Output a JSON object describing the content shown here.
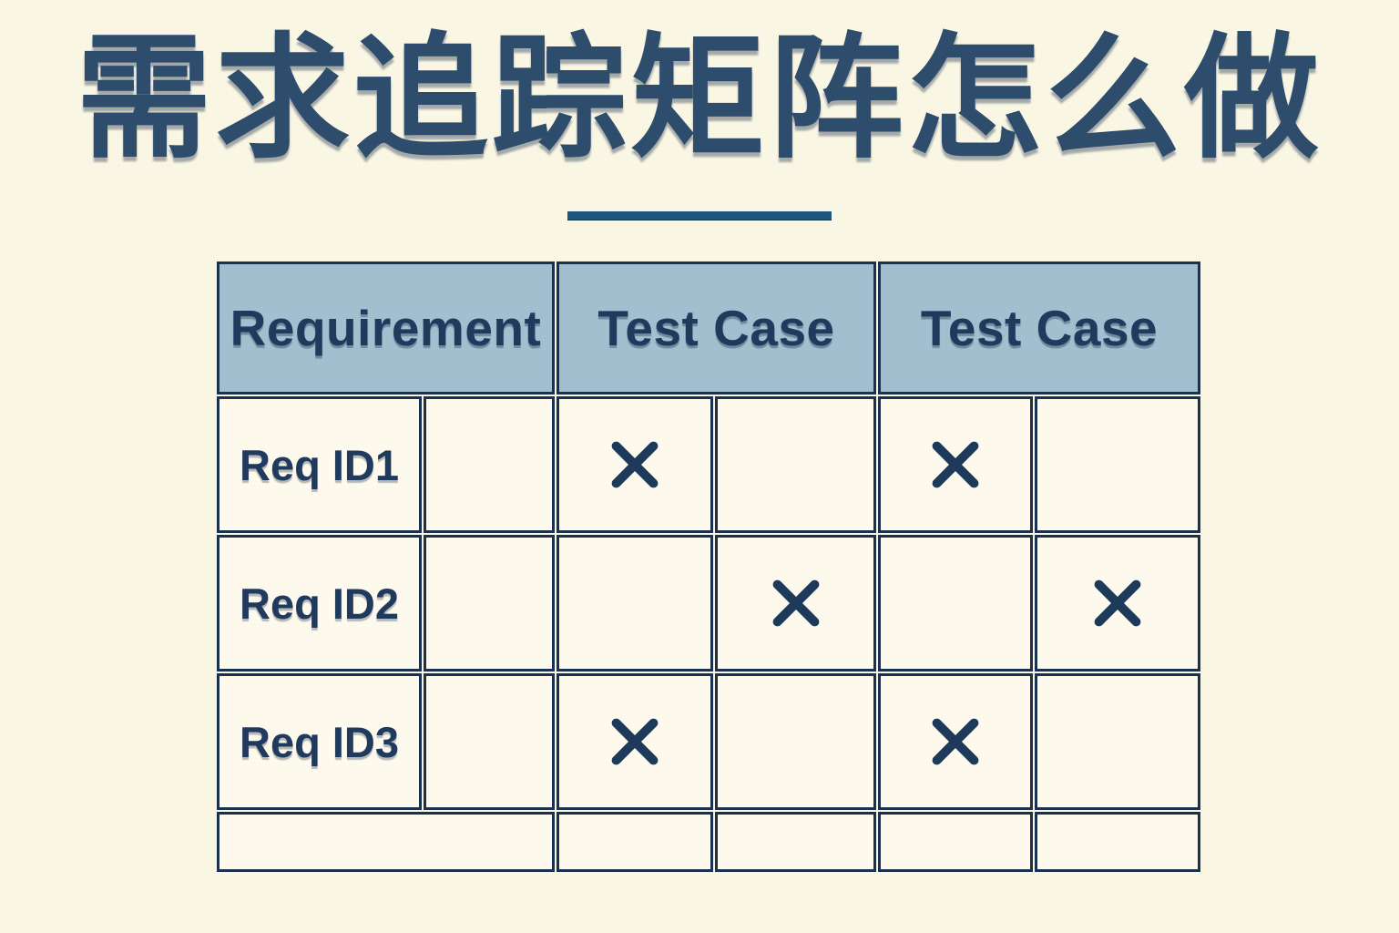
{
  "page": {
    "title": "需求追踪矩阵怎么做",
    "background_color": "#FAF6E4"
  },
  "colors": {
    "title_text": "#2E4D6C",
    "underline": "#1F5781",
    "table_border": "#1C3150",
    "header_bg": "#A2BFD0",
    "header_text": "#1F3A5C",
    "req_label_bg": "#F0DDB2",
    "req_label_text": "#1F3A5C",
    "cell_bg": "#FDF9EC",
    "x_mark": "#1E3A5A"
  },
  "table": {
    "headers": [
      "Requirement",
      "Test Case",
      "Test Case"
    ],
    "x_symbol": "✕",
    "rows": [
      {
        "label": "Req ID1",
        "cells": [
          "",
          "✕",
          "",
          "✕",
          ""
        ]
      },
      {
        "label": "Req ID2",
        "cells": [
          "",
          "",
          "✕",
          "",
          "✕"
        ]
      },
      {
        "label": "Req ID3",
        "cells": [
          "",
          "✕",
          "",
          "✕",
          ""
        ]
      }
    ],
    "overflow_row": {
      "cells": [
        "",
        "",
        "",
        ""
      ]
    }
  }
}
